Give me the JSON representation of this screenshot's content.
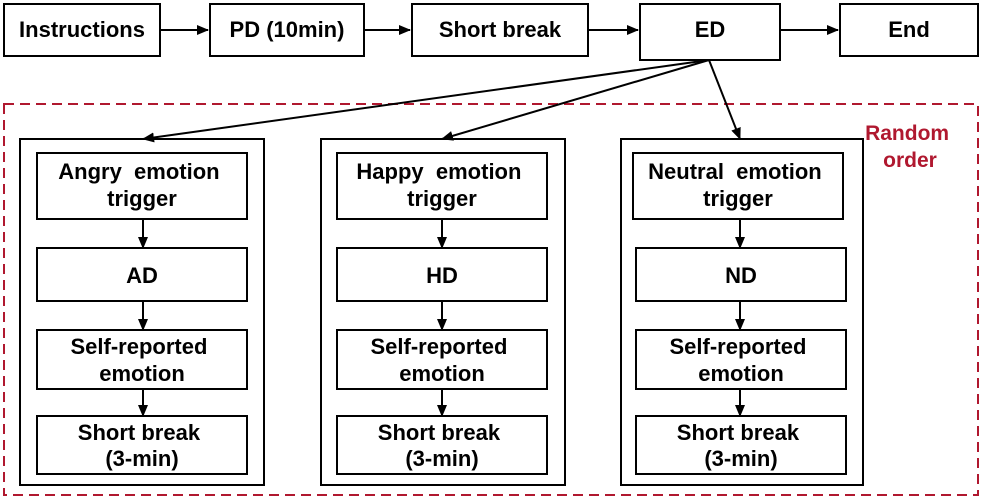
{
  "diagram": {
    "top_flow": [
      {
        "id": "instructions",
        "lines": [
          "Instructions"
        ]
      },
      {
        "id": "pd",
        "lines": [
          "PD (10min)"
        ]
      },
      {
        "id": "short-break",
        "lines": [
          "Short break"
        ]
      },
      {
        "id": "ed",
        "lines": [
          "ED"
        ]
      },
      {
        "id": "end",
        "lines": [
          "End"
        ]
      }
    ],
    "random_region": {
      "label_lines": [
        "Random",
        "order"
      ]
    },
    "branches": [
      {
        "id": "angry",
        "steps": [
          {
            "id": "angry-trigger",
            "lines": [
              "Angry  emotion",
              "trigger"
            ]
          },
          {
            "id": "ad",
            "lines": [
              "AD"
            ]
          },
          {
            "id": "angry-self-report",
            "lines": [
              "Self-reported",
              "emotion"
            ]
          },
          {
            "id": "angry-short-break",
            "lines": [
              "Short break",
              "(3-min)"
            ]
          }
        ]
      },
      {
        "id": "happy",
        "steps": [
          {
            "id": "happy-trigger",
            "lines": [
              "Happy  emotion",
              "trigger"
            ]
          },
          {
            "id": "hd",
            "lines": [
              "HD"
            ]
          },
          {
            "id": "happy-self-report",
            "lines": [
              "Self-reported",
              "emotion"
            ]
          },
          {
            "id": "happy-short-break",
            "lines": [
              "Short break",
              "(3-min)"
            ]
          }
        ]
      },
      {
        "id": "neutral",
        "steps": [
          {
            "id": "neutral-trigger",
            "lines": [
              "Neutral  emotion",
              "trigger"
            ]
          },
          {
            "id": "nd",
            "lines": [
              "ND"
            ]
          },
          {
            "id": "neutral-self-report",
            "lines": [
              "Self-reported",
              "emotion"
            ]
          },
          {
            "id": "neutral-short-break",
            "lines": [
              "Short break",
              "(3-min)"
            ]
          }
        ]
      }
    ],
    "colors": {
      "stroke": "#000000",
      "random_order": "#b0182f"
    }
  }
}
